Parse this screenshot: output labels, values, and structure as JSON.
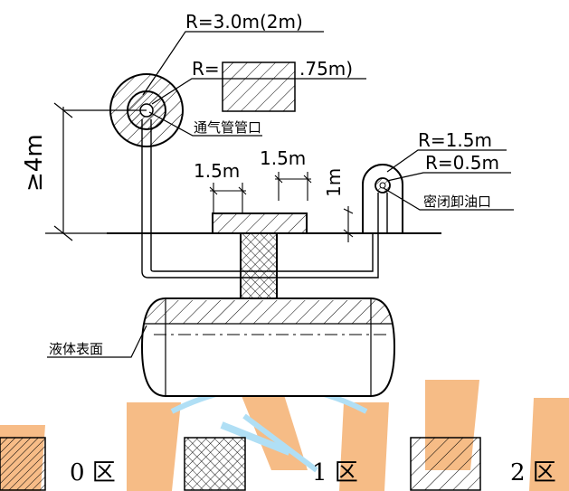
{
  "labels": {
    "vent_r_outer": "R=3.0m(2m)",
    "vent_r_inner_prefix": "R=",
    "vent_r_inner_suffix": ".75m)",
    "vent_outlet": "通气管管口",
    "height_min": "≥4m",
    "dim_1_5m_left": "1.5m",
    "dim_1_5m_right": "1.5m",
    "dim_1m": "1m",
    "unload_r_outer": "R=1.5m",
    "unload_r_inner": "R=0.5m",
    "unload_port": "密闭卸油口",
    "liquid_surface": "液体表面"
  },
  "legend": [
    {
      "label": "0 区",
      "pattern": "hatch-dense"
    },
    {
      "label": "1 区",
      "pattern": "crosshatch"
    },
    {
      "label": "2 区",
      "pattern": "hatch-sparse"
    }
  ],
  "colors": {
    "line": "#000000",
    "watermark_orange": "#f39b4a",
    "watermark_blue": "#9fd6f0"
  }
}
